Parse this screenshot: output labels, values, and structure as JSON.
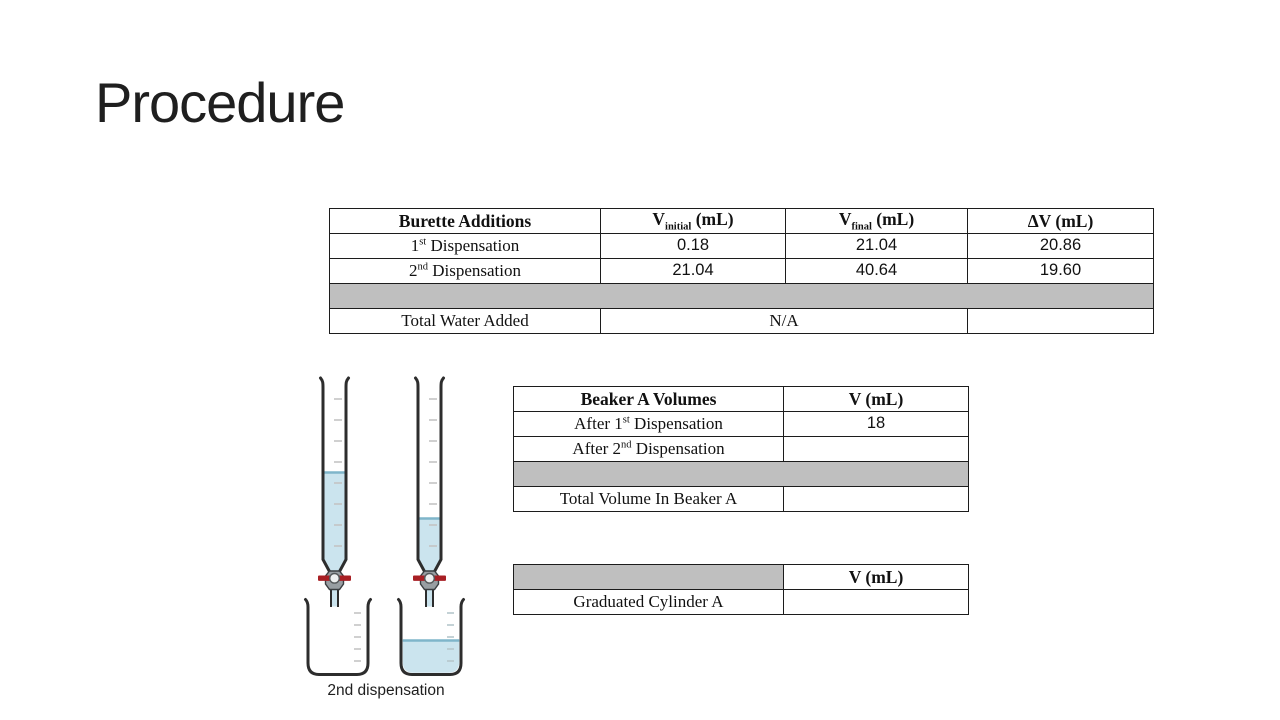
{
  "slide": {
    "title": "Procedure"
  },
  "burette_table": {
    "header": {
      "col0": "Burette Additions",
      "col1_base": "V",
      "col1_sub": "initial",
      "col1_unit": " (mL)",
      "col2_base": "V",
      "col2_sub": "final",
      "col2_unit": " (mL)",
      "col3": "ΔV (mL)"
    },
    "rows": [
      {
        "ord_num": "1",
        "ord_suffix": "st",
        "label": " Dispensation",
        "v_initial": "0.18",
        "v_final": "21.04",
        "delta_v": "20.86"
      },
      {
        "ord_num": "2",
        "ord_suffix": "nd",
        "label": " Dispensation",
        "v_initial": "21.04",
        "v_final": "40.64",
        "delta_v": "19.60"
      }
    ],
    "total_row": {
      "label": "Total Water Added",
      "merged_value": "N/A",
      "delta_v": ""
    }
  },
  "beaker_table": {
    "header": {
      "col0": "Beaker A Volumes",
      "col1": "V (mL)"
    },
    "rows": [
      {
        "pre": "After 1",
        "ord_suffix": "st",
        "post": " Dispensation",
        "value": "18"
      },
      {
        "pre": "After 2",
        "ord_suffix": "nd",
        "post": " Dispensation",
        "value": ""
      }
    ],
    "total_row": {
      "label": "Total Volume In Beaker A",
      "value": ""
    }
  },
  "cylinder_table": {
    "header": {
      "col0": "",
      "col1": "V (mL)"
    },
    "row": {
      "label": "Graduated Cylinder A",
      "value": ""
    }
  },
  "illustration": {
    "caption": "2nd dispensation",
    "icons": [
      "burette-icon",
      "stopcock-icon",
      "beaker-icon"
    ]
  },
  "colors": {
    "table_shaded_row": "#bfbfbf",
    "liquid": "#cbe4ee",
    "liquid_surface": "#7fb5ca",
    "stopcock_red": "#a81f24",
    "outline": "#2d2d2d"
  }
}
